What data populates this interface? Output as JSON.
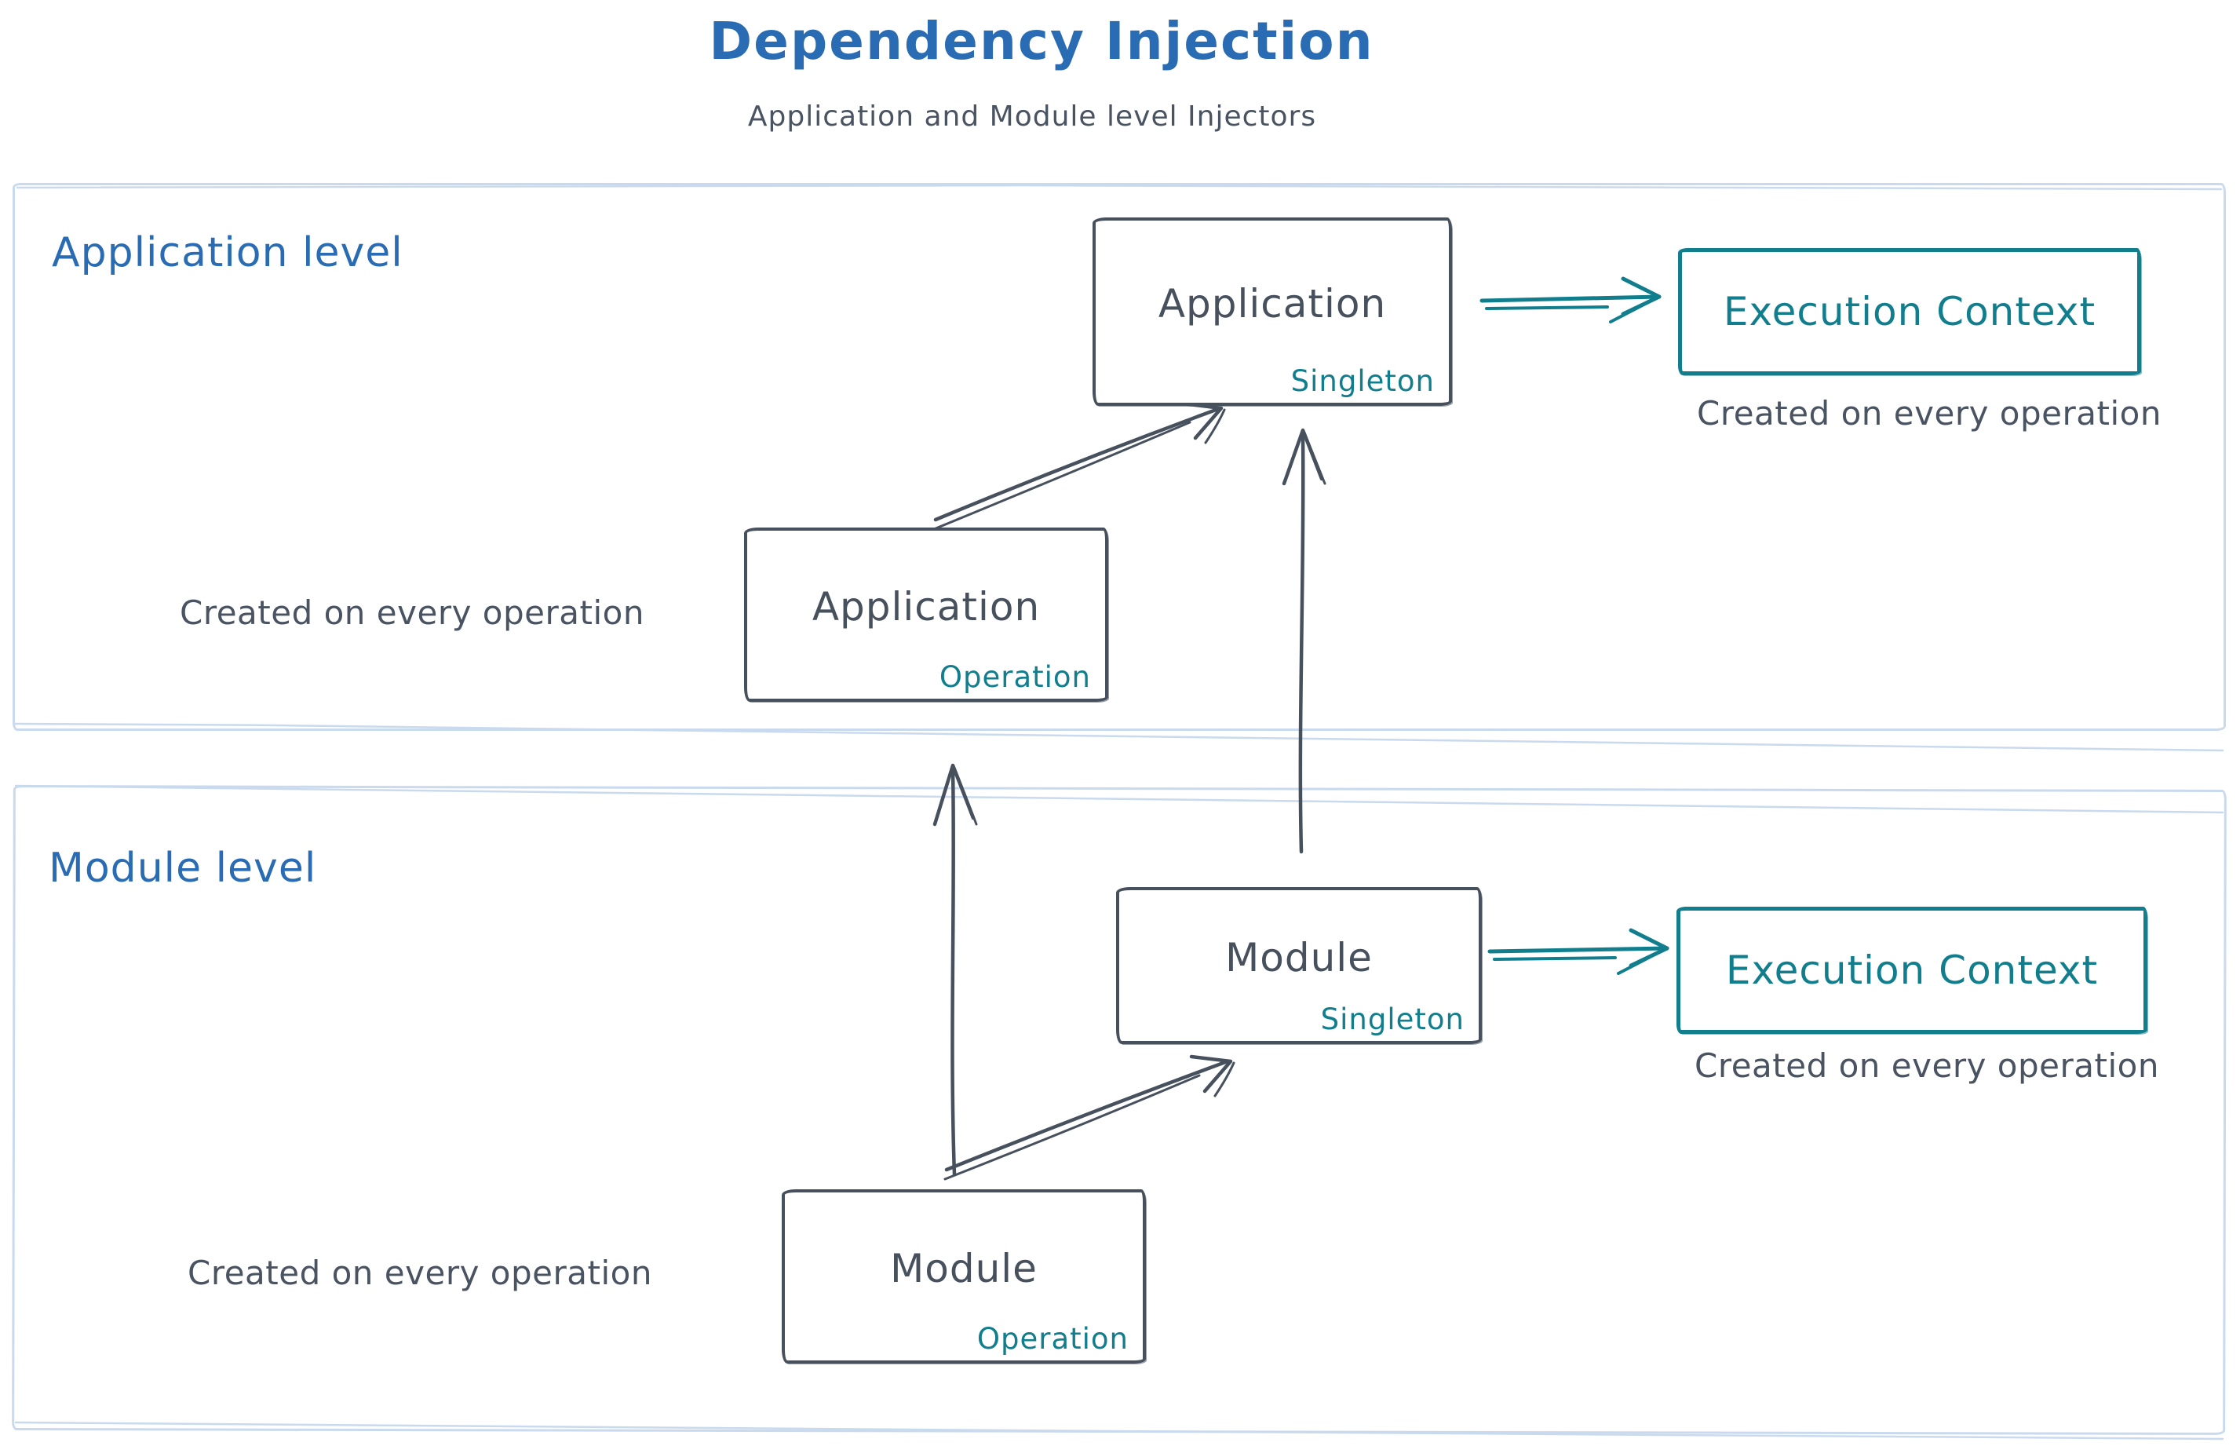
{
  "diagram": {
    "title": "Dependency Injection",
    "subtitle": "Application and Module level Injectors"
  },
  "sections": {
    "application": {
      "label": "Application level"
    },
    "module": {
      "label": "Module level"
    }
  },
  "nodes": {
    "app_singleton": {
      "label": "Application",
      "scope": "Singleton"
    },
    "app_operation": {
      "label": "Application",
      "scope": "Operation"
    },
    "module_singleton": {
      "label": "Module",
      "scope": "Singleton"
    },
    "module_operation": {
      "label": "Module",
      "scope": "Operation"
    },
    "app_execution_context": {
      "label": "Execution Context",
      "note": "Created on every operation"
    },
    "module_execution_context": {
      "label": "Execution Context",
      "note": "Created on every operation"
    }
  },
  "notes": {
    "app_operation_note": "Created on every operation",
    "module_operation_note": "Created on every operation"
  },
  "edges": [
    {
      "from": "app_operation",
      "to": "app_singleton",
      "color": "ink"
    },
    {
      "from": "app_singleton",
      "to": "app_execution_context",
      "color": "teal"
    },
    {
      "from": "module_operation",
      "to": "app_operation",
      "color": "ink"
    },
    {
      "from": "module_singleton",
      "to": "app_singleton",
      "color": "ink"
    },
    {
      "from": "module_operation",
      "to": "module_singleton",
      "color": "ink"
    },
    {
      "from": "module_singleton",
      "to": "module_execution_context",
      "color": "teal"
    }
  ],
  "colors": {
    "heading_blue": "#2a6cb4",
    "ink": "#47505d",
    "teal": "#117e8e",
    "section_border": "#c9daee",
    "background": "#ffffff"
  }
}
